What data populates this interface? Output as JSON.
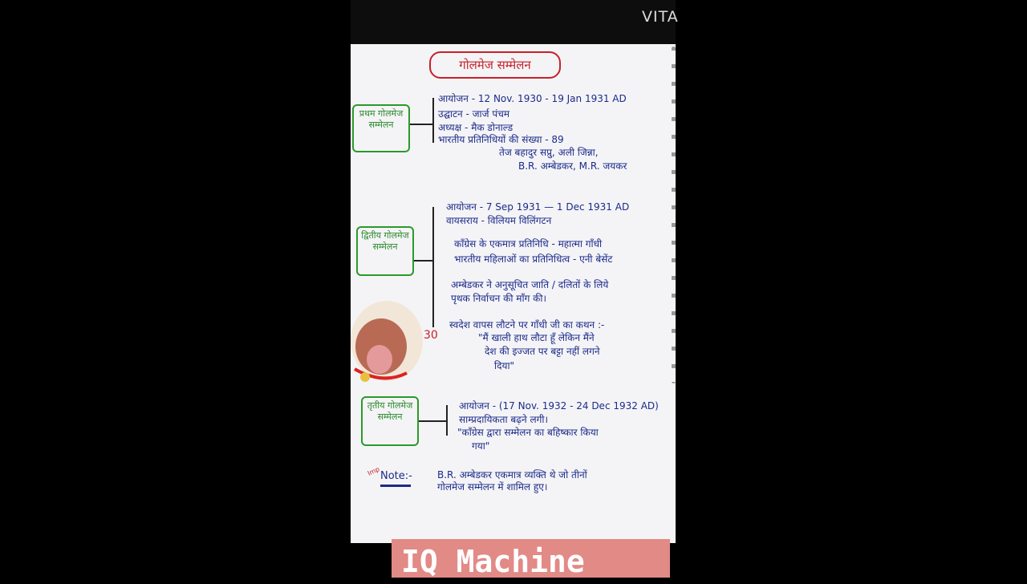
{
  "watermark": "VITA",
  "banner": "IQ Machine",
  "sticker_number": "30",
  "title": "गोलमेज सम्मेलन",
  "first": {
    "label": "प्रथम गोलमेज सम्मेलन",
    "items": [
      "आयोजन - 12 Nov. 1930 - 19 Jan 1931 AD",
      "उद्घाटन - जार्ज पंचम",
      "अध्यक्ष - मैक डोनाल्ड",
      "भारतीय प्रतिनिधियों की संख्या - 89",
      "तेज बहादुर सप्रु, अली जिन्ना,",
      "B.R. अम्बेडकर, M.R. जयकर"
    ]
  },
  "second": {
    "label": "द्वितीय गोलमेज सम्मेलन",
    "items": [
      "आयोजन - 7 Sep 1931 — 1 Dec 1931 AD",
      "वायसराय - विलियम विलिंगटन",
      "कॉंग्रेस के एकमात्र प्रतिनिधि - महात्मा गाँधी",
      "भारतीय महिलाओं का प्रतिनिधित्व - एनी बेसेंट",
      "अम्बेडकर ने अनुसूचित जाति / दलितों के लिये",
      "पृथक निर्वाचन की माँग की।",
      "स्वदेश वापस लौटने पर गाँधी जी का कथन :-",
      "\"मैं खाली हाथ लौटा हूँ लेकिन मैंने",
      "देश की इज्जत पर बट्टा नहीं लगने",
      "दिया\""
    ]
  },
  "third": {
    "label": "तृतीय गोलमेज सम्मेलन",
    "items": [
      "आयोजन - (17 Nov. 1932 - 24 Dec 1932 AD)",
      "साम्प्रदायिकता बढ़ने लगी।",
      "\"कॉंग्रेस द्वारा सम्मेलन का बहिष्कार किया",
      "गया\""
    ]
  },
  "note": {
    "imp": "Imp",
    "label": "Note:-",
    "lines": [
      "B.R. अम्बेडकर एकमात्र व्यक्ति थे जो तीनों",
      "गोलमेज सम्मेलन में शामिल हुए।"
    ]
  },
  "colors": {
    "ink": "#1b2a8a",
    "box": "#2a9a2a",
    "title": "#c8202a",
    "banner": "#e28a86"
  }
}
